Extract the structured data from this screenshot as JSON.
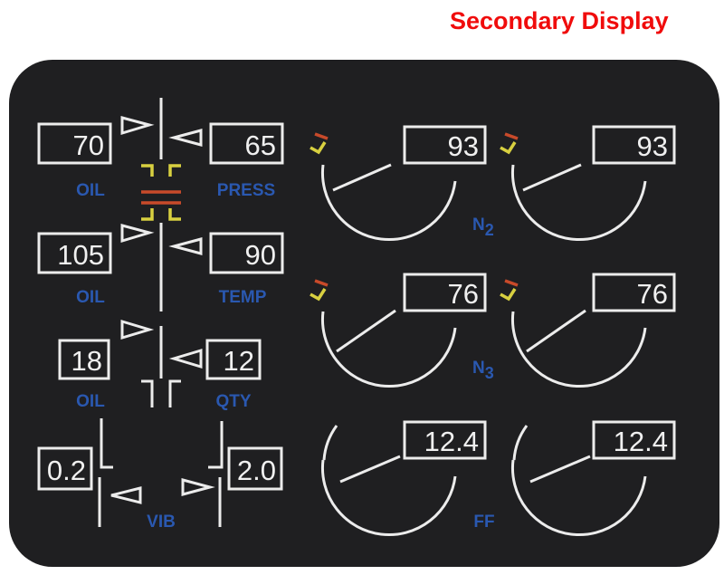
{
  "title": "Secondary Display",
  "colors": {
    "title": "#f00c0c",
    "screen": "#1f1f21",
    "label": "#2a58b0",
    "caution": "#d8d040",
    "warning": "#c84a2a"
  },
  "left": {
    "oil_press": {
      "left": "70",
      "right": "65",
      "label_left": "OIL",
      "label_right": "PRESS"
    },
    "oil_temp": {
      "left": "105",
      "right": "90",
      "label_left": "OIL",
      "label_right": "TEMP"
    },
    "oil_qty": {
      "left": "18",
      "right": "12",
      "label_left": "OIL",
      "label_right": "QTY"
    },
    "vib": {
      "left": "0.2",
      "right": "2.0",
      "label": "VIB"
    }
  },
  "gauges": {
    "n2": {
      "label": "N",
      "sub": "2",
      "left": "93",
      "right": "93"
    },
    "n3": {
      "label": "N",
      "sub": "3",
      "left": "76",
      "right": "76"
    },
    "ff": {
      "label": "FF",
      "left": "12.4",
      "right": "12.4"
    }
  }
}
